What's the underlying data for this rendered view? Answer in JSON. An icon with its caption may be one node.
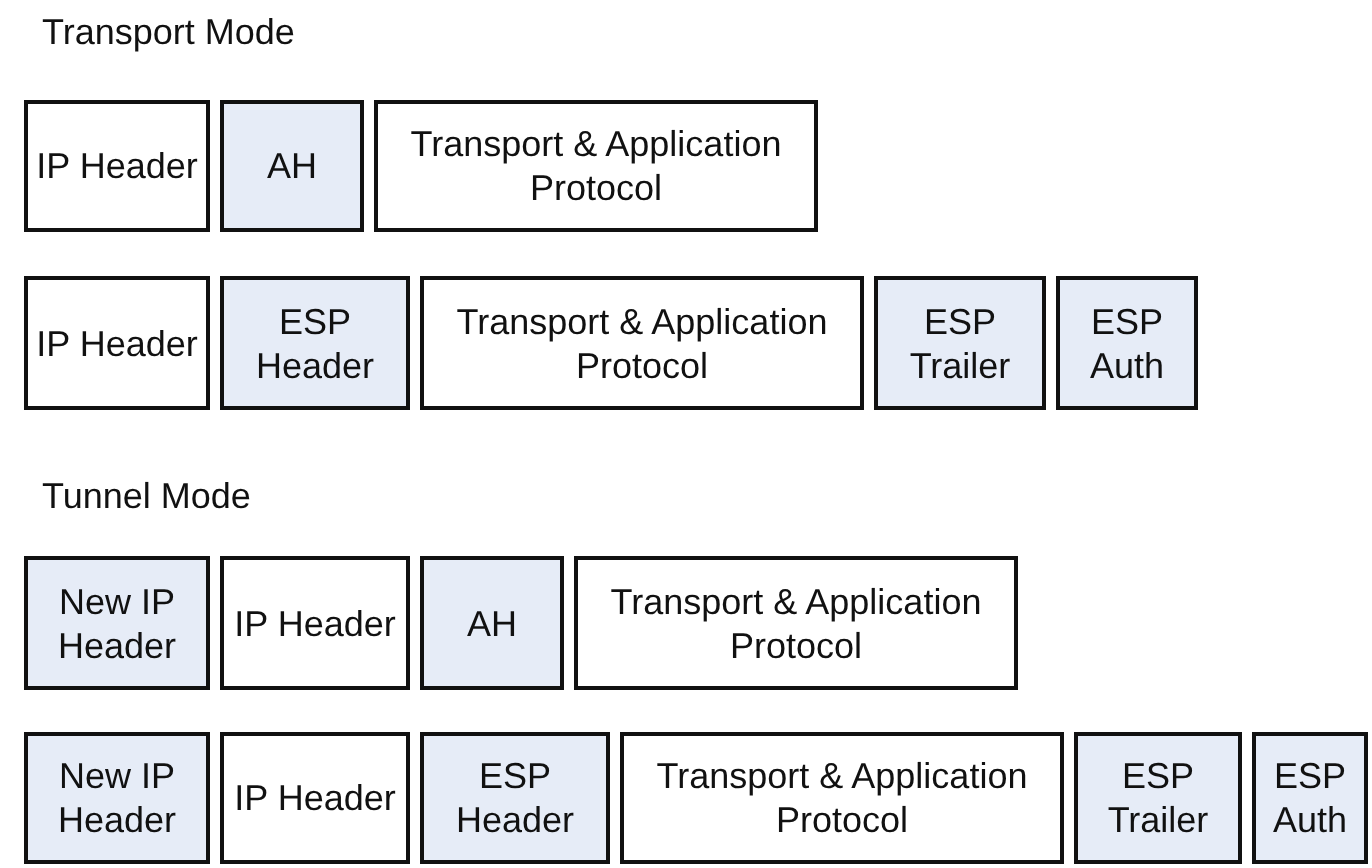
{
  "diagram": {
    "nodes": [
      {
        "text": [
          "IP Header"
        ]
      },
      {
        "text": [
          "AH"
        ]
      },
      {
        "text": [
          "Transport & Application Protocol"
        ]
      },
      {
        "text": [
          "IP Header"
        ]
      },
      {
        "text": [
          "ESP Header"
        ]
      },
      {
        "text": [
          "Transport & Application Protocol"
        ]
      },
      {
        "text": [
          "ESP Trailer"
        ]
      },
      {
        "text": [
          "ESP Auth"
        ]
      },
      {
        "text": [
          "New IP Header"
        ]
      },
      {
        "text": [
          "IP Header"
        ]
      },
      {
        "text": [
          "AH"
        ]
      },
      {
        "text": [
          "Transport & Application Protocol"
        ]
      },
      {
        "text": [
          "New IP Header"
        ]
      },
      {
        "text": [
          "IP Header"
        ]
      },
      {
        "text": [
          "ESP Header"
        ]
      },
      {
        "text": [
          "Transport & Application Protocol"
        ]
      },
      {
        "text": [
          "ESP Trailer"
        ]
      },
      {
        "text": [
          "ESP Auth"
        ]
      }
    ],
    "labels": [
      "Transport Mode",
      "Tunnel Mode"
    ]
  }
}
